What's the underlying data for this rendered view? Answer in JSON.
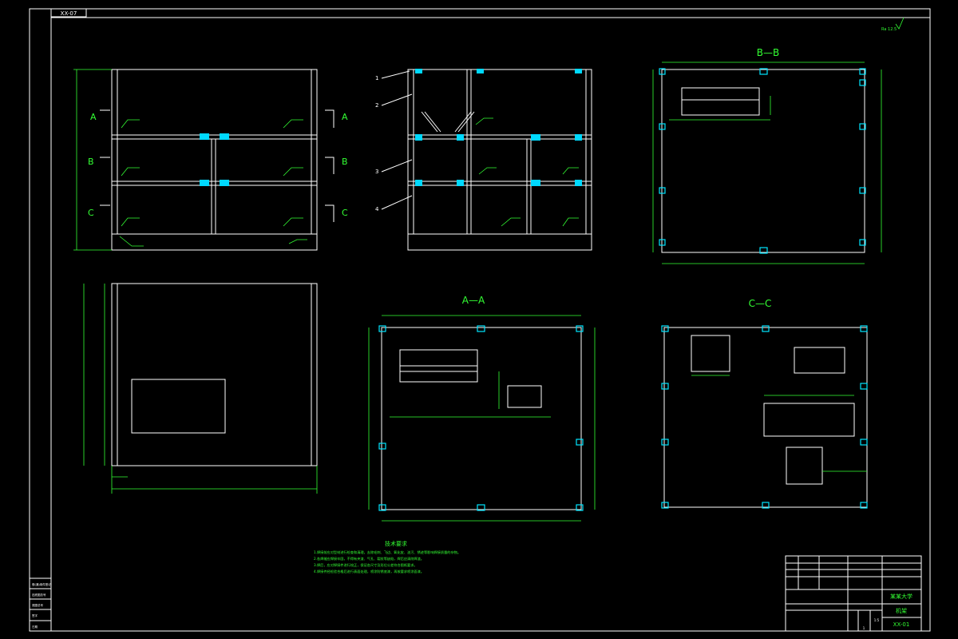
{
  "drawing_code": "XX-07",
  "roughness": "Ra 12.5",
  "views": {
    "front_left_labels": [
      "A",
      "B",
      "C"
    ],
    "front_right_labels": [
      "A",
      "B",
      "C"
    ],
    "part_labels": [
      "1",
      "2",
      "3",
      "4"
    ],
    "section_bb": "B—B",
    "section_aa": "A—A",
    "section_cc": "C—C"
  },
  "notes": {
    "title": "技术要求",
    "lines": [
      "1.焊接前应对型材进行检查和清理，去除毛刺、飞边、氧化皮、油污、锈迹等影响焊接质量的杂物。",
      "2.各焊缝应焊接牢固，不得有夹渣、气孔、裂纹等缺陷，焊后应清除焊渣。",
      "3.焊后，应对焊接件进行校正，保证各尺寸及形位公差符合图纸要求。",
      "4.焊接件经检验合格后进行表面处理，喷涂防锈底漆，再按要求喷涂面漆。"
    ]
  },
  "title_block": {
    "school": "某某大学",
    "part_name": "机架",
    "drawing_no": "XX-01",
    "scale": "1:5",
    "sheet": "1"
  },
  "left_strip": [
    "借(通)用件登记",
    "旧底图总号",
    "底图总号",
    "签字",
    "日期"
  ]
}
